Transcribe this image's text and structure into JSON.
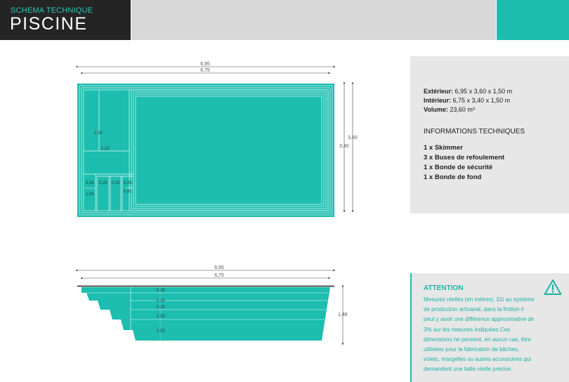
{
  "header": {
    "subtitle": "SCHEMA TECHNIQUE",
    "title": "PISCINE"
  },
  "top_view": {
    "outer_length": "6,95",
    "inner_length": "6,75",
    "outer_width": "3,60",
    "inner_width": "3,40",
    "stair_length": "2,33",
    "stair_width": "1,22",
    "step_1": "0,35",
    "step_2": "0,25",
    "step_3": "0,25",
    "step_4": "0,25",
    "step_height_1": "1,00",
    "step_height_2": "0,81"
  },
  "side_view": {
    "outer_length": "6,95",
    "inner_length": "6,75",
    "depth": "1,48",
    "level_1": "0,26",
    "level_2": "0,25",
    "level_3": "0,25",
    "level_4": "0,25",
    "level_5": "0,53"
  },
  "info": {
    "exterieur_label": "Extérieur:",
    "exterieur_value": "6,95 x 3,60 x 1,50 m",
    "interieur_label": "Intérieur:",
    "interieur_value": "6,75 x 3,40 x 1,50 m",
    "volume_label": "Volume:",
    "volume_value": "23,60 m³",
    "heading": "INFORMATIONS TECHNIQUES",
    "equipment": [
      "1 x Skimmer",
      "3 x Buses de refoulement",
      "1 x Bonde de sécurité",
      "1 x Bonde de fond"
    ]
  },
  "attention": {
    "title": "ATTENTION",
    "text": "Mesures réelles (en mètres). Dû au système de production artisanal, dans la finition il peut y avoir une différence  approximative de 3% sur les mesures indiquées.Ces dimensions ne peuvent,  en aucun cas, être utilisées pour la fabrication  de bâches, volets, margelles ou autres accessoires qui demandent une taille réelle précise.",
    "icon": "warning-triangle-icon"
  },
  "colors": {
    "teal": "#1dbdaf",
    "dark": "#242424",
    "grey": "#d7d8d7",
    "panel": "#e7e7e7"
  }
}
